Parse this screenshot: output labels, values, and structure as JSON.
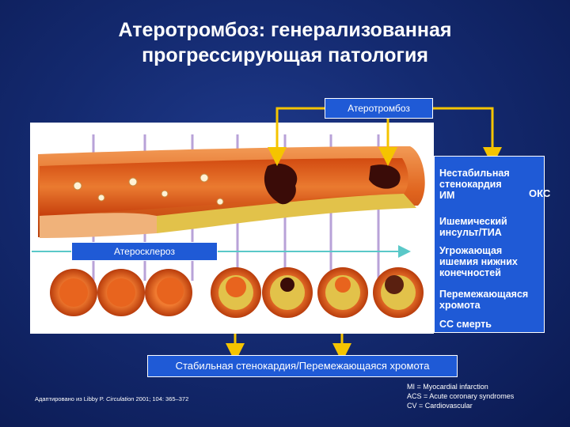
{
  "title_line1": "Атеротромбоз: генерализованная",
  "title_line2": "прогрессирующая патология",
  "top_box": "Атеротромбоз",
  "atherosclerosis_box": "Атеросклероз",
  "bottom_box": "Стабильная стенокардия/Перемежающаяся хромота",
  "right_panel": {
    "items": [
      {
        "line1": "Нестабильная",
        "line2": "стенокардия",
        "line3": "ИМ"
      },
      {
        "line1": "Ишемический",
        "line2": "инсульт/ТИА"
      },
      {
        "line1": "Угрожающая",
        "line2": "ишемия нижних",
        "line3": "конечностей"
      },
      {
        "line1": "Перемежающаяся",
        "line2": "хромота"
      },
      {
        "line1": "СС смерть"
      }
    ],
    "okc": "ОКС"
  },
  "footnote": {
    "prefix": "Адаптировано из Libby P. ",
    "journal": "Circulation",
    "suffix": " 2001; 104: 365–372"
  },
  "abbreviations": [
    "MI = Myocardial infarction",
    "ACS = Acute coronary syndromes",
    "CV = Cardiovascular"
  ],
  "colors": {
    "background": "#142a70",
    "box_fill": "#1f5ad6",
    "arrow_yellow": "#f5c400",
    "arrow_teal": "#5ac8c8",
    "vessel_red": "#e05a1a",
    "plaque_yellow": "#e2c24a"
  }
}
